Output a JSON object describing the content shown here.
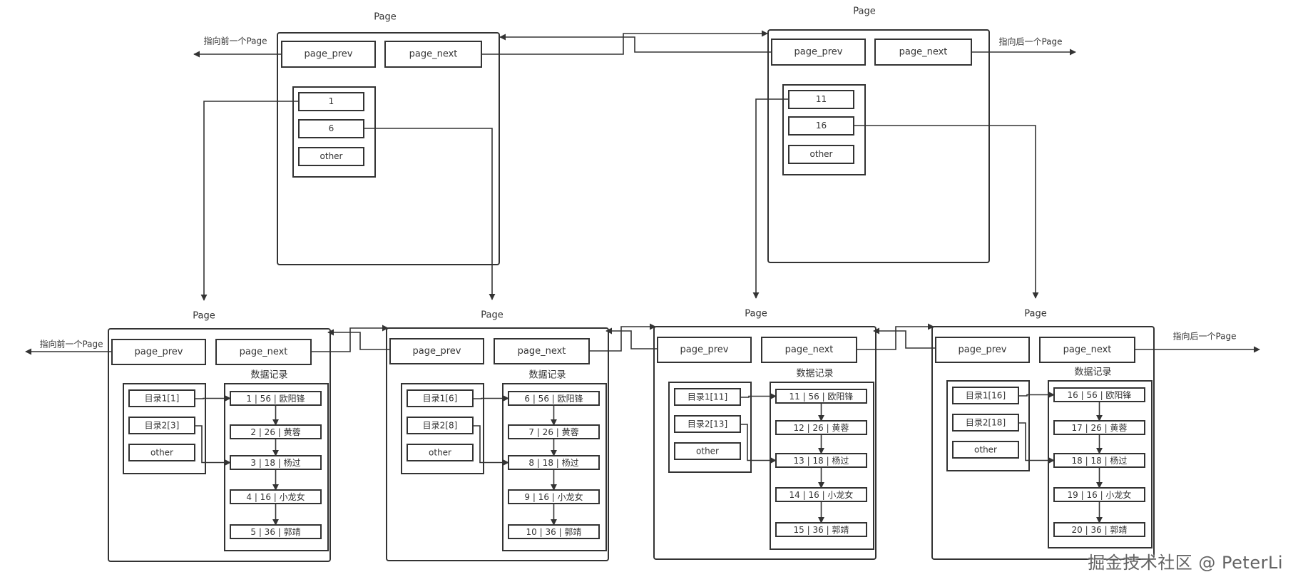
{
  "colors": {
    "line": "#333333",
    "text": "#333333",
    "background": "#ffffff"
  },
  "labels": {
    "page": "Page",
    "page_prev": "page_prev",
    "page_next": "page_next",
    "other": "other",
    "data_records": "数据记录",
    "to_prev_page": "指向前一个Page",
    "to_next_page": "指向后一个Page"
  },
  "index_pages": [
    {
      "entries": [
        "1",
        "6",
        "other"
      ]
    },
    {
      "entries": [
        "11",
        "16",
        "other"
      ]
    }
  ],
  "leaf_pages": [
    {
      "directory": [
        "目录1[1]",
        "目录2[3]",
        "other"
      ],
      "records": [
        "1 | 56 | 欧阳锋",
        "2 | 26 | 黄蓉",
        "3 | 18 | 杨过",
        "4 | 16 | 小龙女",
        "5 | 36 | 郭靖"
      ]
    },
    {
      "directory": [
        "目录1[6]",
        "目录2[8]",
        "other"
      ],
      "records": [
        "6 | 56 | 欧阳锋",
        "7 | 26 | 黄蓉",
        "8 | 18 | 杨过",
        "9 | 16 | 小龙女",
        "10 | 36 | 郭靖"
      ]
    },
    {
      "directory": [
        "目录1[11]",
        "目录2[13]",
        "other"
      ],
      "records": [
        "11 | 56 | 欧阳锋",
        "12 | 26 | 黄蓉",
        "13 | 18 | 杨过",
        "14 | 16 | 小龙女",
        "15 | 36 | 郭靖"
      ]
    },
    {
      "directory": [
        "目录1[16]",
        "目录2[18]",
        "other"
      ],
      "records": [
        "16 | 56 | 欧阳锋",
        "17 | 26 | 黄蓉",
        "18 | 18 | 杨过",
        "19 | 16 | 小龙女",
        "20 | 36 | 郭靖"
      ]
    }
  ],
  "watermark": "掘金技术社区 @ PeterLi"
}
